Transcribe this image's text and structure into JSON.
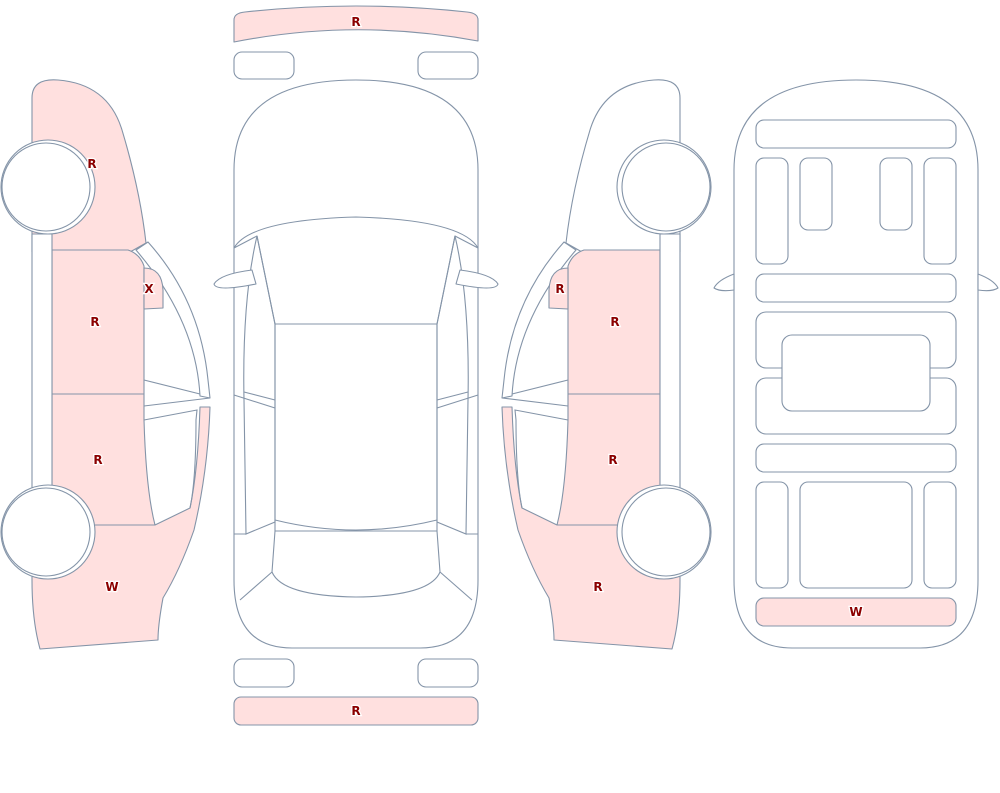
{
  "colors": {
    "outline": "#8494a8",
    "damaged_fill": "#ffe0df",
    "mark_text": "#8b0000",
    "background": "#ffffff"
  },
  "views": {
    "left_side": {
      "front_fender": "R",
      "mirror": "X",
      "front_door": "R",
      "rear_door": "R",
      "rear_quarter": "W"
    },
    "top": {
      "front_bumper": "R",
      "rear_bumper": "R"
    },
    "right_side": {
      "rear_quarter": "R",
      "mirror": "R",
      "front_door": "R",
      "rear_door": "R"
    },
    "interior": {
      "rear_panel": "W"
    }
  }
}
